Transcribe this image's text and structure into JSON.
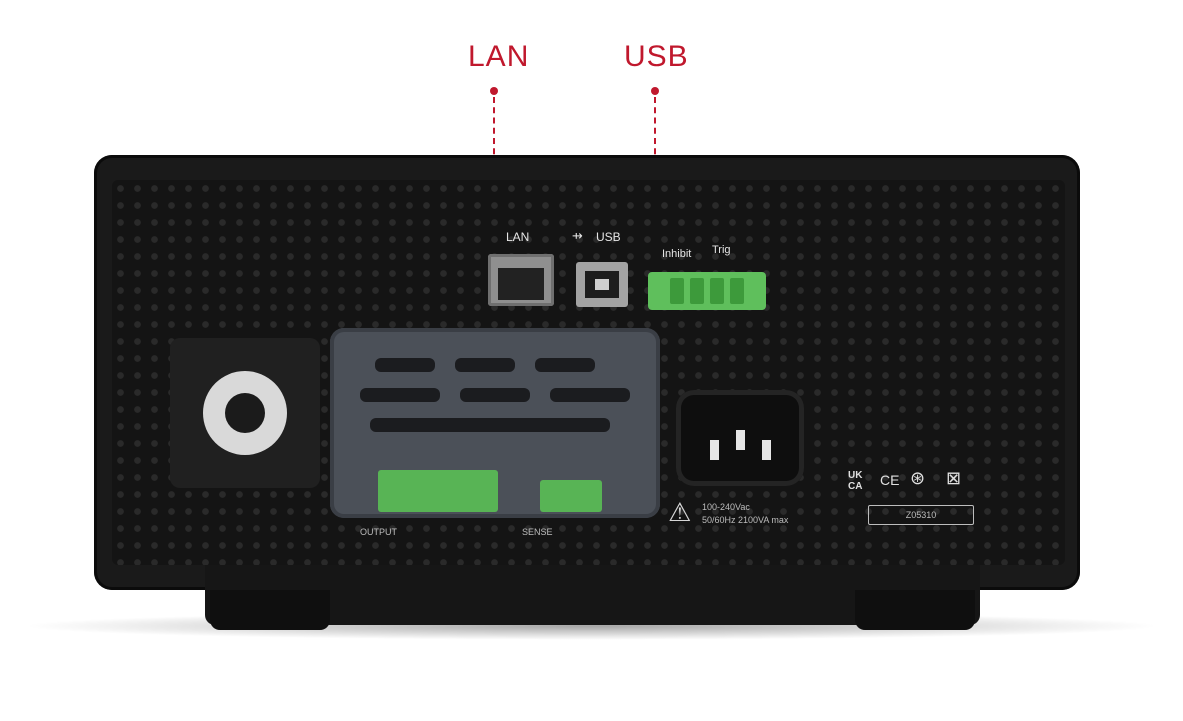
{
  "callouts": {
    "lan": "LAN",
    "usb": "USB",
    "accent_color": "#c0182d"
  },
  "rear_panel": {
    "lan_label": "LAN",
    "usb_label": "USB",
    "inhibit_label": "Inhibit",
    "trig_label": "Trig",
    "output_label": "OUTPUT",
    "sense_label": "SENSE",
    "rating_line1": "100-240Vac",
    "rating_line2": "50/60Hz 2100VA max",
    "serial": "Z05310",
    "marks": [
      "UK CA",
      "CE"
    ]
  }
}
